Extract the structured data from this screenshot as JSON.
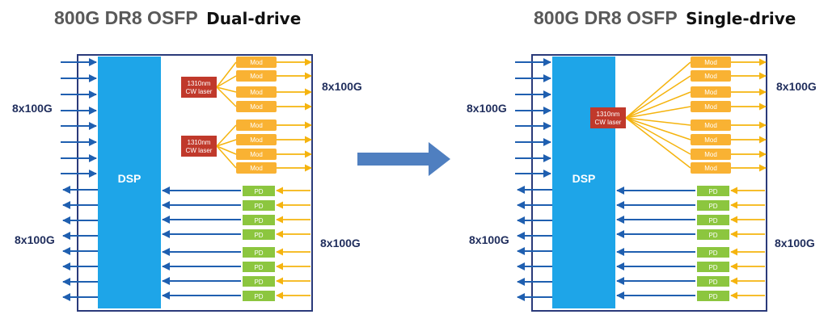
{
  "colors": {
    "frame": "#2a3a7a",
    "dsp": "#1ea5e8",
    "blue_line": "#1f5fb0",
    "mod": "#f9b233",
    "orange_line": "#f5b40f",
    "pd": "#8cc63f",
    "laser": "#c0392b",
    "center_arrow": "#4f7fc0"
  },
  "left": {
    "title_main": "800G DR8 OSFP",
    "title_sub": "Dual-drive",
    "input_label": "8x100G",
    "output_label": "8x100G",
    "mod_output_label": "8x100G",
    "pd_input_label": "8x100G",
    "dsp_label": "DSP",
    "mod_labels": [
      "Mod",
      "Mod",
      "Mod",
      "Mod",
      "Mod",
      "Mod",
      "Mod",
      "Mod"
    ],
    "pd_labels": [
      "PD",
      "PD",
      "PD",
      "PD",
      "PD",
      "PD",
      "PD",
      "PD"
    ],
    "lasers": [
      {
        "line1": "1310nm",
        "line2": "CW laser"
      },
      {
        "line1": "1310nm",
        "line2": "CW laser"
      }
    ]
  },
  "right": {
    "title_main": "800G DR8 OSFP",
    "title_sub": "Single-drive",
    "input_label": "8x100G",
    "output_label": "8x100G",
    "mod_output_label": "8x100G",
    "pd_input_label": "8x100G",
    "dsp_label": "DSP",
    "mod_labels": [
      "Mod",
      "Mod",
      "Mod",
      "Mod",
      "Mod",
      "Mod",
      "Mod",
      "Mod"
    ],
    "pd_labels": [
      "PD",
      "PD",
      "PD",
      "PD",
      "PD",
      "PD",
      "PD",
      "PD"
    ],
    "lasers": [
      {
        "line1": "1310nm",
        "line2": "CW laser"
      }
    ]
  }
}
